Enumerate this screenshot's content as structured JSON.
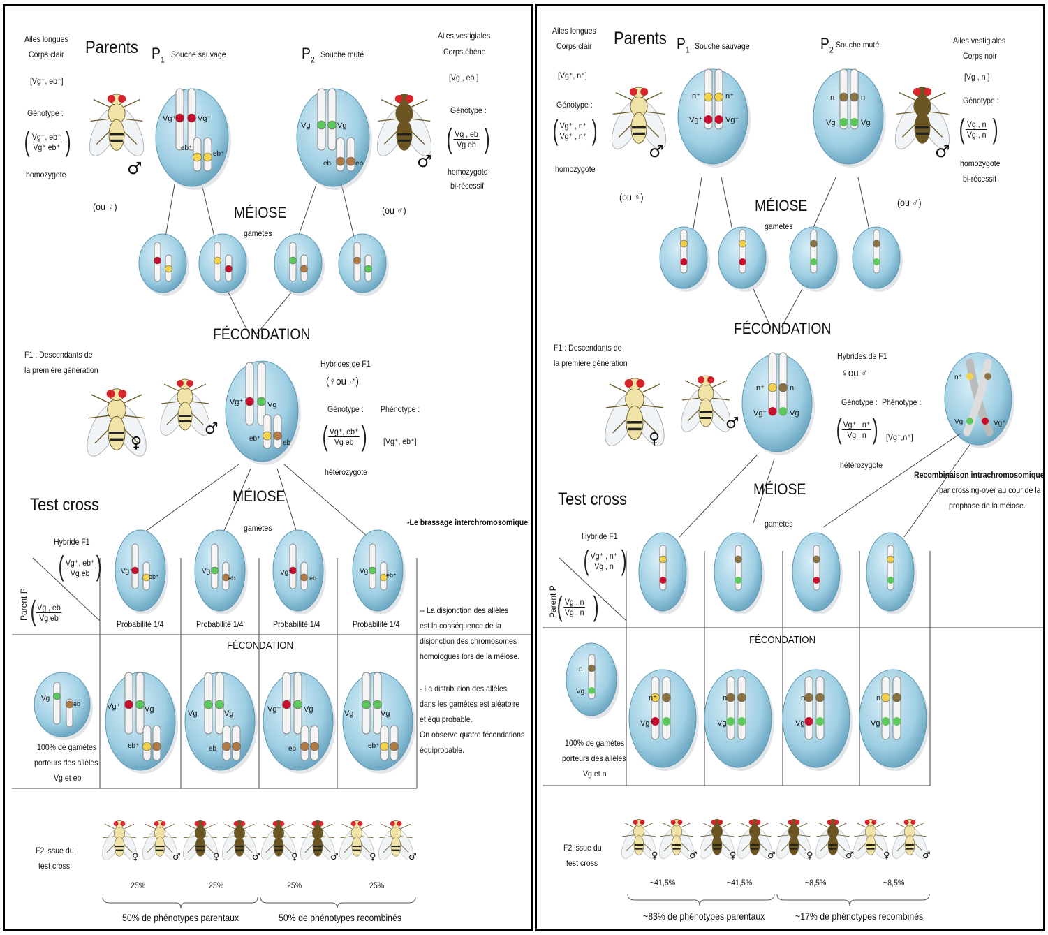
{
  "left": {
    "parents_label": "Parents",
    "p1_letter": "P",
    "p1_sub": "1",
    "p1_name": "Souche sauvage",
    "p2_letter": "P",
    "p2_sub": "2",
    "p2_name": "Souche muté",
    "p1_phen_l1": "Ailes longues",
    "p1_phen_l2": "Corps clair",
    "p1_pheno": "[Vg⁺, eb⁺]",
    "p1_geno_label": "Génotype :",
    "p1_frac_n": "Vg⁺, eb⁺",
    "p1_frac_d": "Vg⁺  eb⁺",
    "p1_zygo": "homozygote",
    "p1_sex_alt": "(ou ♀)",
    "p2_phen_l1": "Ailes vestigiales",
    "p2_phen_l2": "Corps ébène",
    "p2_pheno": "[Vg , eb ]",
    "p2_geno_label": "Génotype :",
    "p2_frac_n": "Vg , eb",
    "p2_frac_d": "Vg   eb",
    "p2_zygo_l1": "homozygote",
    "p2_zygo_l2": "bi-récessif",
    "p2_sex_alt": "(ou ♂)",
    "meiose1": "MÉIOSE",
    "gametes1": "gamètes",
    "fecondation1": "FÉCONDATION",
    "f1_l1": "F1 :  Descendants de",
    "f1_l2": "la première génération",
    "hybrides": "Hybrides de F1",
    "hybrides_sex": "(♀ou ♂)",
    "f1_geno_label": "Génotype :",
    "f1_frac_n": "Vg⁺, eb⁺",
    "f1_frac_d": "Vg   eb",
    "f1_zygo": "hétérozygote",
    "f1_pheno_label": "Phénotype :",
    "f1_pheno": "[Vg⁺, eb⁺]",
    "testcross": "Test cross",
    "meiose2": "MÉIOSE",
    "gametes2": "gamètes",
    "brassage": "-Le brassage interchromosomique",
    "hybride_f1": "Hybride F1",
    "hyb_frac_n": "Vg⁺, eb⁺",
    "hyb_frac_d": "Vg    eb",
    "parent_p": "Parent P",
    "pp_frac_n": "Vg , eb",
    "pp_frac_d": "Vg    eb",
    "prob": [
      "Probabilité 1/4",
      "Probabilité 1/4",
      "Probabilité 1/4",
      "Probabilité 1/4"
    ],
    "fecondation2": "FÉCONDATION",
    "gam100_l1": "100% de gamètes",
    "gam100_l2": "porteurs des allèles",
    "gam100_l3": "Vg et eb",
    "note1": [
      "-- La  disjonction  des  allèles",
      "est  la  conséquence  de  la",
      "disjonction  des    chromosomes",
      "homologues lors de la méiose."
    ],
    "note2": [
      "- La  distribution  des  allèles",
      "dans les  gamètes est  aléatoire",
      "et équiprobable.",
      "On observe quatre fécondations",
      "équiprobable."
    ],
    "f2_l1": "F2 issue du",
    "f2_l2": "test cross",
    "pcts": [
      "25%",
      "25%",
      "25%",
      "25%"
    ],
    "sum_parent": "50% de phénotypes parentaux",
    "sum_recomb": "50% de phénotypes recombinés"
  },
  "right": {
    "parents_label": "Parents",
    "p1_letter": "P",
    "p1_sub": "1",
    "p1_name": "Souche sauvage",
    "p2_letter": "P",
    "p2_sub": "2",
    "p2_name": "Souche muté",
    "p1_phen_l1": "Ailes longues",
    "p1_phen_l2": "Corps clair",
    "p1_pheno": "[Vg⁺, n⁺]",
    "p1_geno_label": "Génotype :",
    "p1_frac_n": "Vg⁺ , n⁺",
    "p1_frac_d": "Vg⁺ , n⁺",
    "p1_zygo": "homozygote",
    "p1_sex_alt": "(ou ♀)",
    "p2_phen_l1": "Ailes vestigiales",
    "p2_phen_l2": "Corps noir",
    "p2_pheno": "[Vg , n ]",
    "p2_geno_label": "Génotype :",
    "p2_frac_n": "Vg , n",
    "p2_frac_d": "Vg , n",
    "p2_zygo_l1": "homozygote",
    "p2_zygo_l2": "bi-récessif",
    "p2_sex_alt": "(ou ♂)",
    "meiose1": "MÉIOSE",
    "gametes1": "gamètes",
    "fecondation1": "FÉCONDATION",
    "f1_l1": "F1 :  Descendants de",
    "f1_l2": "la première génération",
    "hybrides": "Hybrides de F1",
    "hybrides_sex": "♀ou ♂",
    "f1_geno_label": "Génotype :",
    "f1_pheno_label": "Phénotype :",
    "f1_frac_n": "Vg⁺ , n⁺",
    "f1_frac_d": "Vg  ,  n",
    "f1_pheno": "[Vg⁺,n⁺]",
    "f1_zygo": "hétérozygote",
    "recomb_title": "Recombinaison intrachromosomique",
    "recomb_l2": "par crossing-over au cour de la",
    "recomb_l3": "prophase de la méiose.",
    "testcross": "Test cross",
    "meiose2": "MÉIOSE",
    "gametes2": "gamètes",
    "hybride_f1": "Hybride F1",
    "hyb_frac_n": "Vg⁺ , n⁺",
    "hyb_frac_d": "Vg  ,  n",
    "parent_p": "Parent P",
    "pp_frac_n": "Vg , n",
    "pp_frac_d": "Vg , n",
    "fecondation2": "FÉCONDATION",
    "gam100_l1": "100% de gamètes",
    "gam100_l2": "porteurs des allèles",
    "gam100_l3": "Vg et n",
    "f2_l1": "F2 issue du",
    "f2_l2": "test cross",
    "pcts": [
      "~41,5%",
      "~41,5%",
      "~8,5%",
      "~8,5%"
    ],
    "sum_parent": "~83% de phénotypes parentaux",
    "sum_recomb": "~17% de phénotypes recombinés"
  },
  "symbols": {
    "male": "♂",
    "female": "♀"
  },
  "allele_labels": {
    "vg_plus": "Vg⁺",
    "vg": "Vg",
    "eb_plus": "eb⁺",
    "eb": "eb",
    "n_plus": "n⁺",
    "n": "n"
  },
  "colors": {
    "cell": "#9fcfe3",
    "cell_dark": "#6fa9c4",
    "red": "#c8102e",
    "green": "#5cc85c",
    "yellow": "#f2d24a",
    "brown": "#b07a46",
    "olive": "#8a7340",
    "fly_light": "#efe3a8",
    "fly_dark": "#6b5522",
    "eye": "#d7262b"
  }
}
